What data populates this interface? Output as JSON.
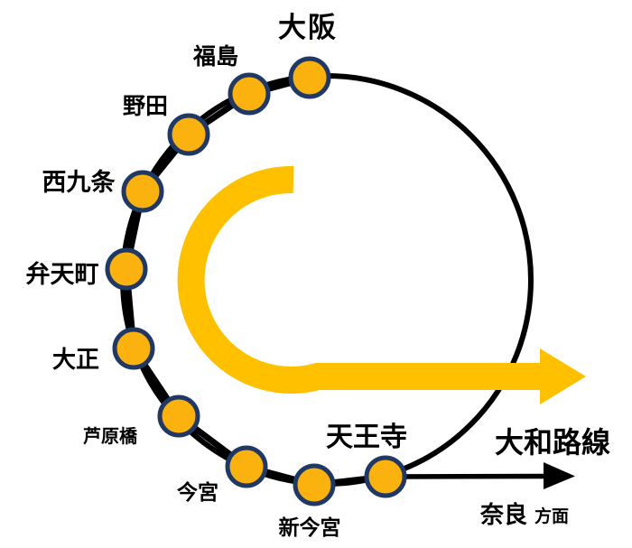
{
  "diagram": {
    "kind": "railway-route-diagram"
  },
  "colors": {
    "loop_line": "#000000",
    "station_fill": "#FBB10E",
    "station_border": "#1F3864",
    "direction_arrow": "#FFC000",
    "branch_line": "#000000",
    "text": "#000000"
  },
  "stations": [
    {
      "id": "osaka",
      "label": "大阪"
    },
    {
      "id": "fukushima",
      "label": "福島"
    },
    {
      "id": "noda",
      "label": "野田"
    },
    {
      "id": "nishikujo",
      "label": "西九条"
    },
    {
      "id": "bentencho",
      "label": "弁天町"
    },
    {
      "id": "taisho",
      "label": "大正"
    },
    {
      "id": "ashiharabashi",
      "label": "芦原橋"
    },
    {
      "id": "imamiya",
      "label": "今宮"
    },
    {
      "id": "shin-imamiya",
      "label": "新今宮"
    },
    {
      "id": "tennoji",
      "label": "天王寺"
    }
  ],
  "branch": {
    "line_label": "大和路線",
    "destination": "奈良",
    "destination_suffix": "方面"
  }
}
